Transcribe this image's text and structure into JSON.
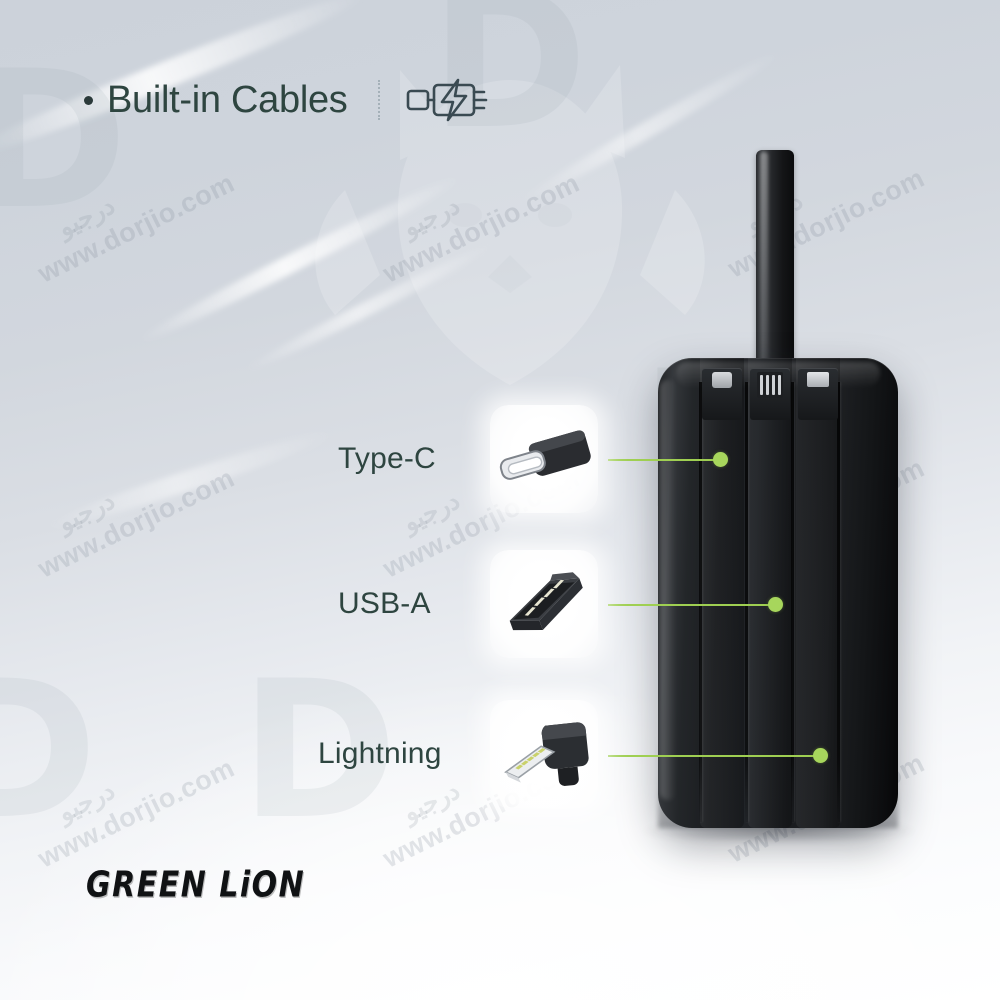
{
  "header": {
    "bullet": "•",
    "title": "Built-in Cables",
    "divider": "dotted-divider",
    "icon_name": "charging-cable-icon"
  },
  "callouts": [
    {
      "label": "Type-C",
      "icon_name": "usb-type-c-connector-icon"
    },
    {
      "label": "USB-A",
      "icon_name": "usb-type-a-connector-icon"
    },
    {
      "label": "Lightning",
      "icon_name": "lightning-connector-icon"
    }
  ],
  "product": {
    "name": "power-bank",
    "strap": "hanging-strap",
    "connectors": [
      "type-c",
      "usb-a",
      "lightning"
    ],
    "cable_channels": 4
  },
  "brand": {
    "logo_text": "GREEN LiON"
  },
  "watermarks": {
    "url": "www.dorjio.com",
    "persian": "درجیو",
    "logo_letter": "D"
  },
  "colors": {
    "accent_green": "#a7d65c",
    "leader_line": "#9fcf52",
    "text": "#2e4540",
    "bullet": "#2b3a3a",
    "background_top": "#ccd2da",
    "background_bottom": "#ffffff",
    "product_body": "#1b1d20"
  }
}
